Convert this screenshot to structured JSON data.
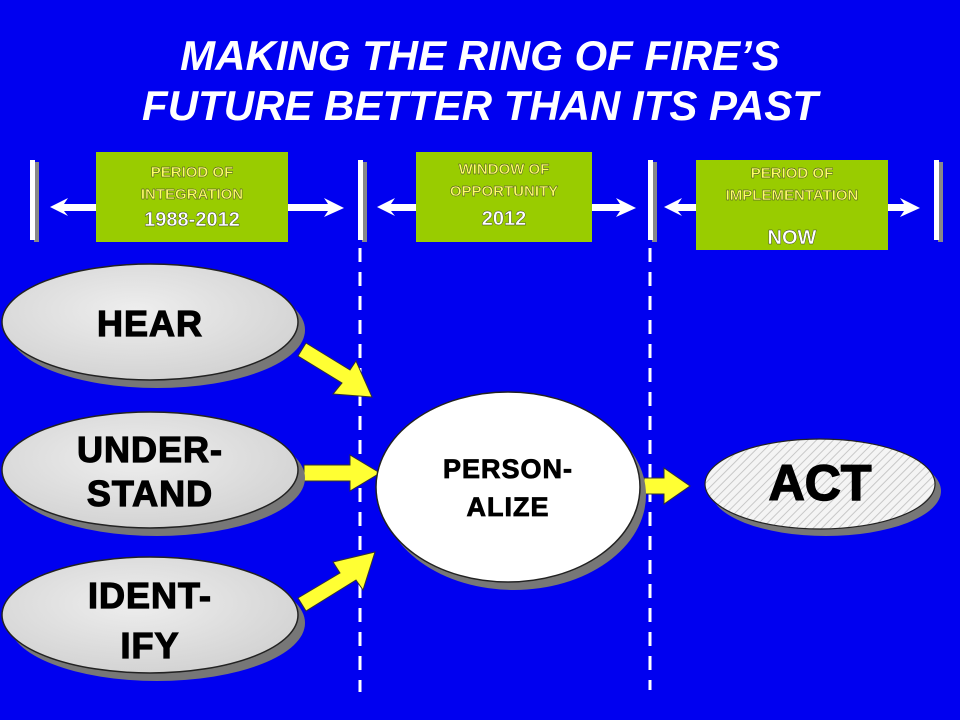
{
  "title": {
    "line1": "MAKING  THE RING OF FIRE’S",
    "line2": "FUTURE BETTER THAN  ITS PAST"
  },
  "periods": [
    {
      "line1": "PERIOD OF",
      "line2": "INTEGRATION",
      "value": "1988-2012"
    },
    {
      "line1": "WINDOW  OF",
      "line2": "OPPORTUNITY",
      "value": "2012"
    },
    {
      "line1": "PERIOD OF",
      "line2": "IMPLEMENTATION",
      "value": "NOW"
    }
  ],
  "steps": {
    "hear": "HEAR",
    "understand": {
      "line1": "UNDER-",
      "line2": "STAND"
    },
    "identify": {
      "line1": "IDENT-",
      "line2": "IFY"
    },
    "personalize": {
      "line1": "PERSON-",
      "line2": "ALIZE"
    },
    "act": "ACT"
  },
  "colors": {
    "background": "#0000f0",
    "box": "#99cc00",
    "arrow": "#ffff33"
  }
}
